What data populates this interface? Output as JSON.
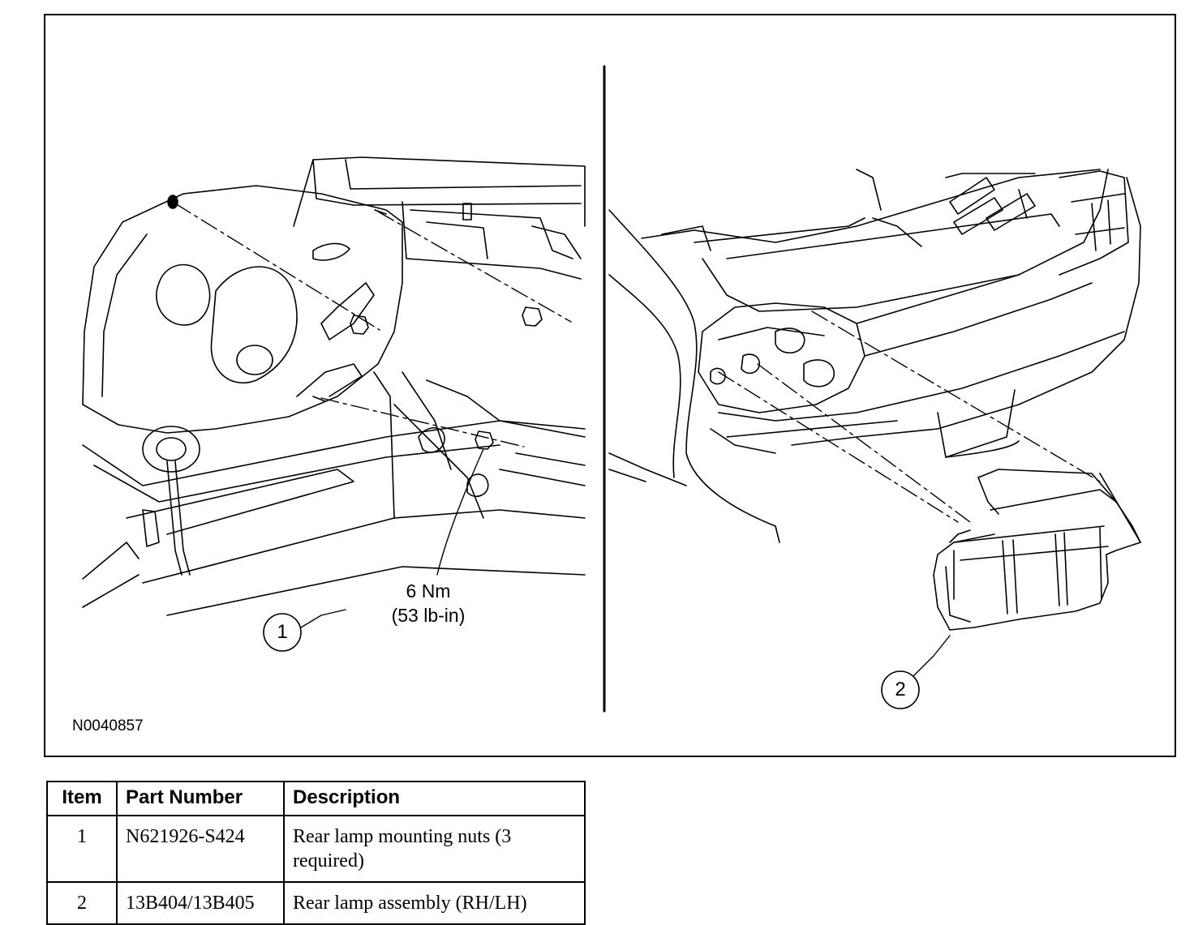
{
  "figure": {
    "id_label": "N0040857",
    "torque_line1": "6 Nm",
    "torque_line2": "(53 lb-in)",
    "callouts": [
      "1",
      "2"
    ]
  },
  "table": {
    "headers": [
      "Item",
      "Part Number",
      "Description"
    ],
    "rows": [
      {
        "item": "1",
        "part": "N621926-S424",
        "desc": "Rear lamp mounting nuts (3 required)"
      },
      {
        "item": "2",
        "part": "13B404/13B405",
        "desc": "Rear lamp assembly (RH/LH)"
      }
    ]
  }
}
